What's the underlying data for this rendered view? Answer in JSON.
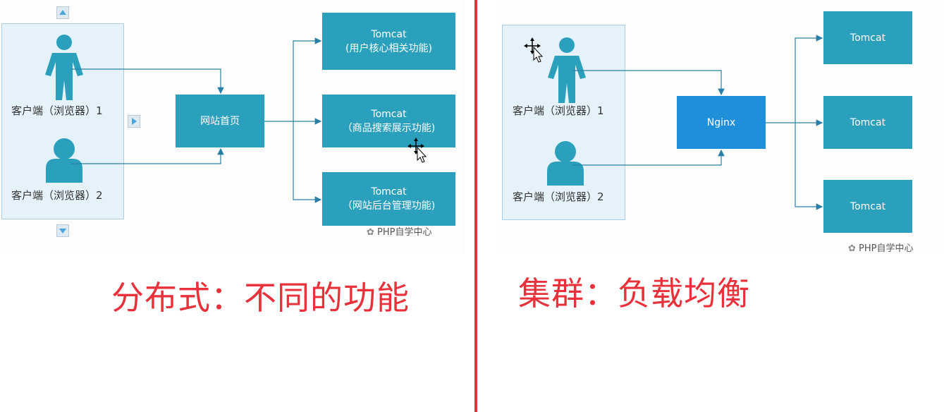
{
  "left": {
    "client1_label": "客户端（浏览器）1",
    "client2_label": "客户端（浏览器）2",
    "homepage_label": "网站首页",
    "servers": [
      {
        "title": "Tomcat",
        "subtitle": "(用户核心相关功能)"
      },
      {
        "title": "Tomcat",
        "subtitle": "（商品搜索展示功能)"
      },
      {
        "title": "Tomcat",
        "subtitle": "（网站后台管理功能)"
      }
    ],
    "watermark": "PHP自学中心",
    "caption": "分布式：不同的功能"
  },
  "right": {
    "client1_label": "客户端（浏览器）1",
    "client2_label": "客户端（浏览器）2",
    "nginx_label": "Nginx",
    "servers": [
      {
        "title": "Tomcat"
      },
      {
        "title": "Tomcat"
      },
      {
        "title": "Tomcat"
      }
    ],
    "watermark": "PHP自学中心",
    "caption": "集群：负载均衡"
  },
  "colors": {
    "server": "#2aa0bc",
    "nginx": "#1f8fdc",
    "person": "#2aa0bc",
    "caption": "#e8313a",
    "divider": "#e8313a"
  }
}
